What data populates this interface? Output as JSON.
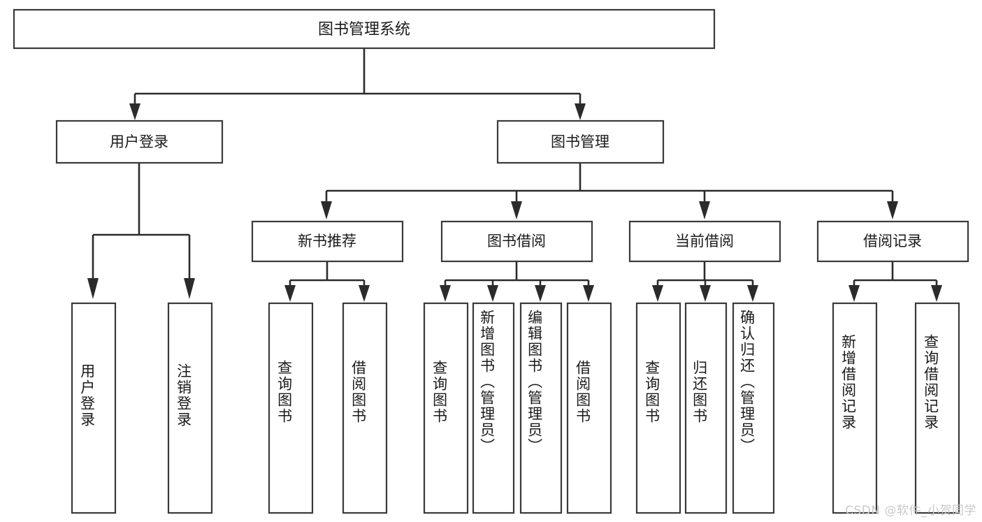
{
  "diagram": {
    "type": "tree-hierarchy",
    "title": "图书管理系统",
    "watermark": "CSDN @软件_小贺同学",
    "colors": {
      "background": "#ffffff",
      "box_fill": "#ffffff",
      "box_stroke": "#3a3a3a",
      "connector": "#2b2b2b",
      "text": "#1a1a1a",
      "watermark": "#c9c9c9"
    },
    "root": {
      "label": "图书管理系统"
    },
    "level2": [
      {
        "id": "user-login",
        "label": "用户登录"
      },
      {
        "id": "book-manage",
        "label": "图书管理"
      }
    ],
    "level3": [
      {
        "id": "new-book-recommend",
        "label": "新书推荐",
        "parent": "book-manage"
      },
      {
        "id": "book-borrow",
        "label": "图书借阅",
        "parent": "book-manage"
      },
      {
        "id": "current-borrow",
        "label": "当前借阅",
        "parent": "book-manage"
      },
      {
        "id": "borrow-record",
        "label": "借阅记录",
        "parent": "book-manage"
      }
    ],
    "leaves": [
      {
        "id": "leaf-user-login",
        "label": "用户登录",
        "parent": "user-login"
      },
      {
        "id": "leaf-logout",
        "label": "注销登录",
        "parent": "user-login"
      },
      {
        "id": "leaf-query-book-1",
        "label": "查询图书",
        "parent": "new-book-recommend"
      },
      {
        "id": "leaf-borrow-book-1",
        "label": "借阅图书",
        "parent": "new-book-recommend"
      },
      {
        "id": "leaf-query-book-2",
        "label": "查询图书",
        "parent": "book-borrow"
      },
      {
        "id": "leaf-add-book",
        "label": "新增图书（管理员）",
        "parent": "book-borrow"
      },
      {
        "id": "leaf-edit-book",
        "label": "编辑图书（管理员）",
        "parent": "book-borrow"
      },
      {
        "id": "leaf-borrow-book-2",
        "label": "借阅图书",
        "parent": "book-borrow"
      },
      {
        "id": "leaf-query-book-3",
        "label": "查询图书",
        "parent": "current-borrow"
      },
      {
        "id": "leaf-return-book",
        "label": "归还图书",
        "parent": "current-borrow"
      },
      {
        "id": "leaf-confirm-return",
        "label": "确认归还（管理员）",
        "parent": "current-borrow"
      },
      {
        "id": "leaf-add-record",
        "label": "新增借阅记录",
        "parent": "borrow-record"
      },
      {
        "id": "leaf-query-record",
        "label": "查询借阅记录",
        "parent": "borrow-record"
      }
    ]
  }
}
